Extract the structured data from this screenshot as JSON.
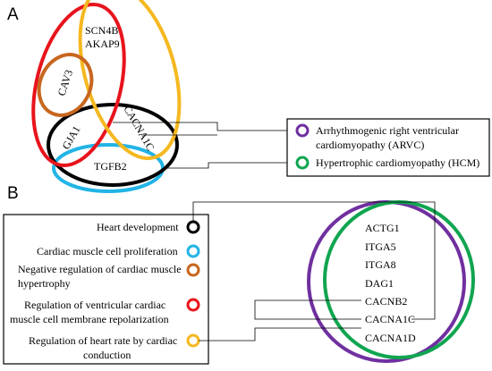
{
  "panel_a": {
    "label": "A",
    "genes": {
      "scn4b": "SCN4B",
      "akap9": "AKAP9",
      "cav3": "CAV3",
      "gja1": "GJA1",
      "cacna1c": "CACNA1C",
      "tgfb2": "TGFB2"
    },
    "legend": {
      "arvc_line1": "Arrhythmogenic right ventricular",
      "arvc_line2": "cardiomyopathy (ARVC)",
      "hcm": "Hypertrophic cardiomyopathy (HCM)"
    }
  },
  "panel_b": {
    "label": "B",
    "terms": {
      "heart_dev": "Heart development",
      "prolif": "Cardiac muscle cell proliferation",
      "neg_reg_1": "Negative regulation of cardiac muscle",
      "neg_reg_2": "hypertrophy",
      "repol_1": "Regulation of ventricular cardiac",
      "repol_2": "muscle cell membrane repolarization",
      "rate_1": "Regulation of heart rate by cardiac",
      "rate_2": "conduction"
    },
    "genes": [
      "ACTG1",
      "ITGA5",
      "ITGA8",
      "DAG1",
      "CACNB2",
      "CACNA1C",
      "CACNA1D"
    ]
  },
  "colors": {
    "red": "#e8141c",
    "yellow": "#f5b820",
    "orange": "#c8661e",
    "black": "#000000",
    "cyan": "#22b4e6",
    "purple": "#7030a0",
    "green": "#10a550"
  }
}
